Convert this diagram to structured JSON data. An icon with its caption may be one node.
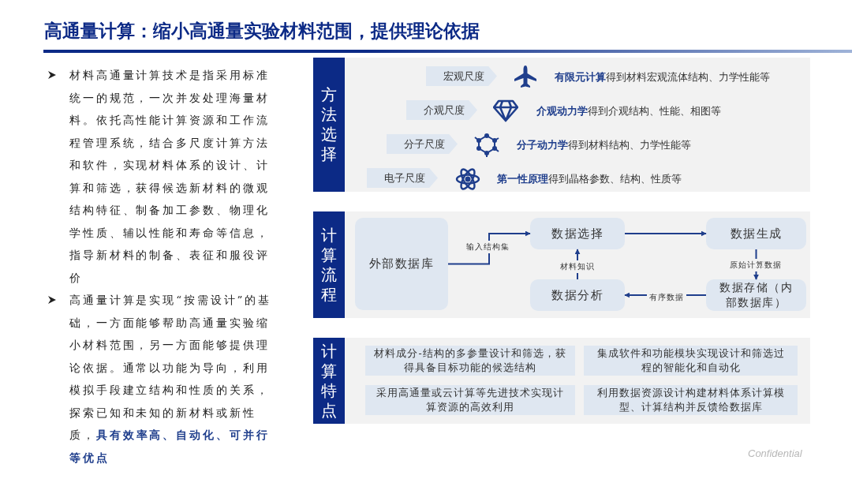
{
  "diagram": {
    "title": "高通量计算：缩小高通量实验材料范围，提供理论依据",
    "nodes": [
      {
        "text": [
          "方法选择"
        ]
      },
      {
        "text": [
          "宏观尺度"
        ],
        "in": 0
      },
      {
        "text": [
          "介观尺度"
        ],
        "in": 0
      },
      {
        "text": [
          "分子尺度"
        ],
        "in": 0
      },
      {
        "text": [
          "电子尺度"
        ],
        "in": 0
      },
      {
        "text": [
          "计算流程"
        ]
      },
      {
        "text": [
          "外部数据库"
        ],
        "in": 5
      },
      {
        "text": [
          "数据选择"
        ],
        "in": 5
      },
      {
        "text": [
          "数据生成"
        ],
        "in": 5
      },
      {
        "text": [
          "数据存储（内部数据库）"
        ],
        "in": 5
      },
      {
        "text": [
          "数据分析"
        ],
        "in": 5
      },
      {
        "text": [
          "计算特点"
        ]
      },
      {
        "text": [
          "材料成分-结构的多参量设计和筛选，获得具备目标功能的候选结构"
        ],
        "in": 11
      },
      {
        "text": [
          "集成软件和功能模块实现设计和筛选过程的智能化和自动化"
        ],
        "in": 11
      },
      {
        "text": [
          "采用高通量或云计算等先进技术实现计算资源的高效利用"
        ],
        "in": 11
      },
      {
        "text": [
          "利用数据资源设计构建材料体系计算模型、计算结构并反馈给数据库"
        ],
        "in": 11
      }
    ],
    "edges": [
      {
        "from": 6,
        "to": 7,
        "arrow": "to",
        "label": "输入结构集"
      },
      {
        "from": 7,
        "to": 8,
        "arrow": "to"
      },
      {
        "from": 8,
        "to": 9,
        "arrow": "to",
        "label": "原始计算数据"
      },
      {
        "from": 9,
        "to": 10,
        "arrow": "to",
        "label": "有序数据"
      },
      {
        "from": 10,
        "to": 7,
        "arrow": "to",
        "label": "材料知识"
      }
    ],
    "labels": [
      "材料高通量计算技术是指采用标准统一的规范，一次并发处理海量材料。依托高性能计算资源和工作流程管理系统，结合多尺度计算方法和软件，实现材料体系的设计、计算和筛选，获得候选新材料的微观结构特征、制备加工参数、物理化学性质、辅以性能和寿命等信息，指导新材料的制备、表征和服役评价",
      "高通量计算是实现“按需设计”的基础，一方面能够帮助高通量实验缩小材料范围，另一方面能够提供理论依据。通常以功能为导向，利用模拟手段建立结构和性质的关系，探索已知和未知的新材料或新性质，**具有效率高、自动化、可并行等优点**",
      "**有限元计算**得到材料宏观流体结构、力学性能等",
      "**介观动力学**得到介观结构、性能、相图等",
      "**分子动力学**得到材料结构、力学性能等",
      "**第一性原理**得到晶格参数、结构、性质等",
      "Confidential"
    ]
  }
}
